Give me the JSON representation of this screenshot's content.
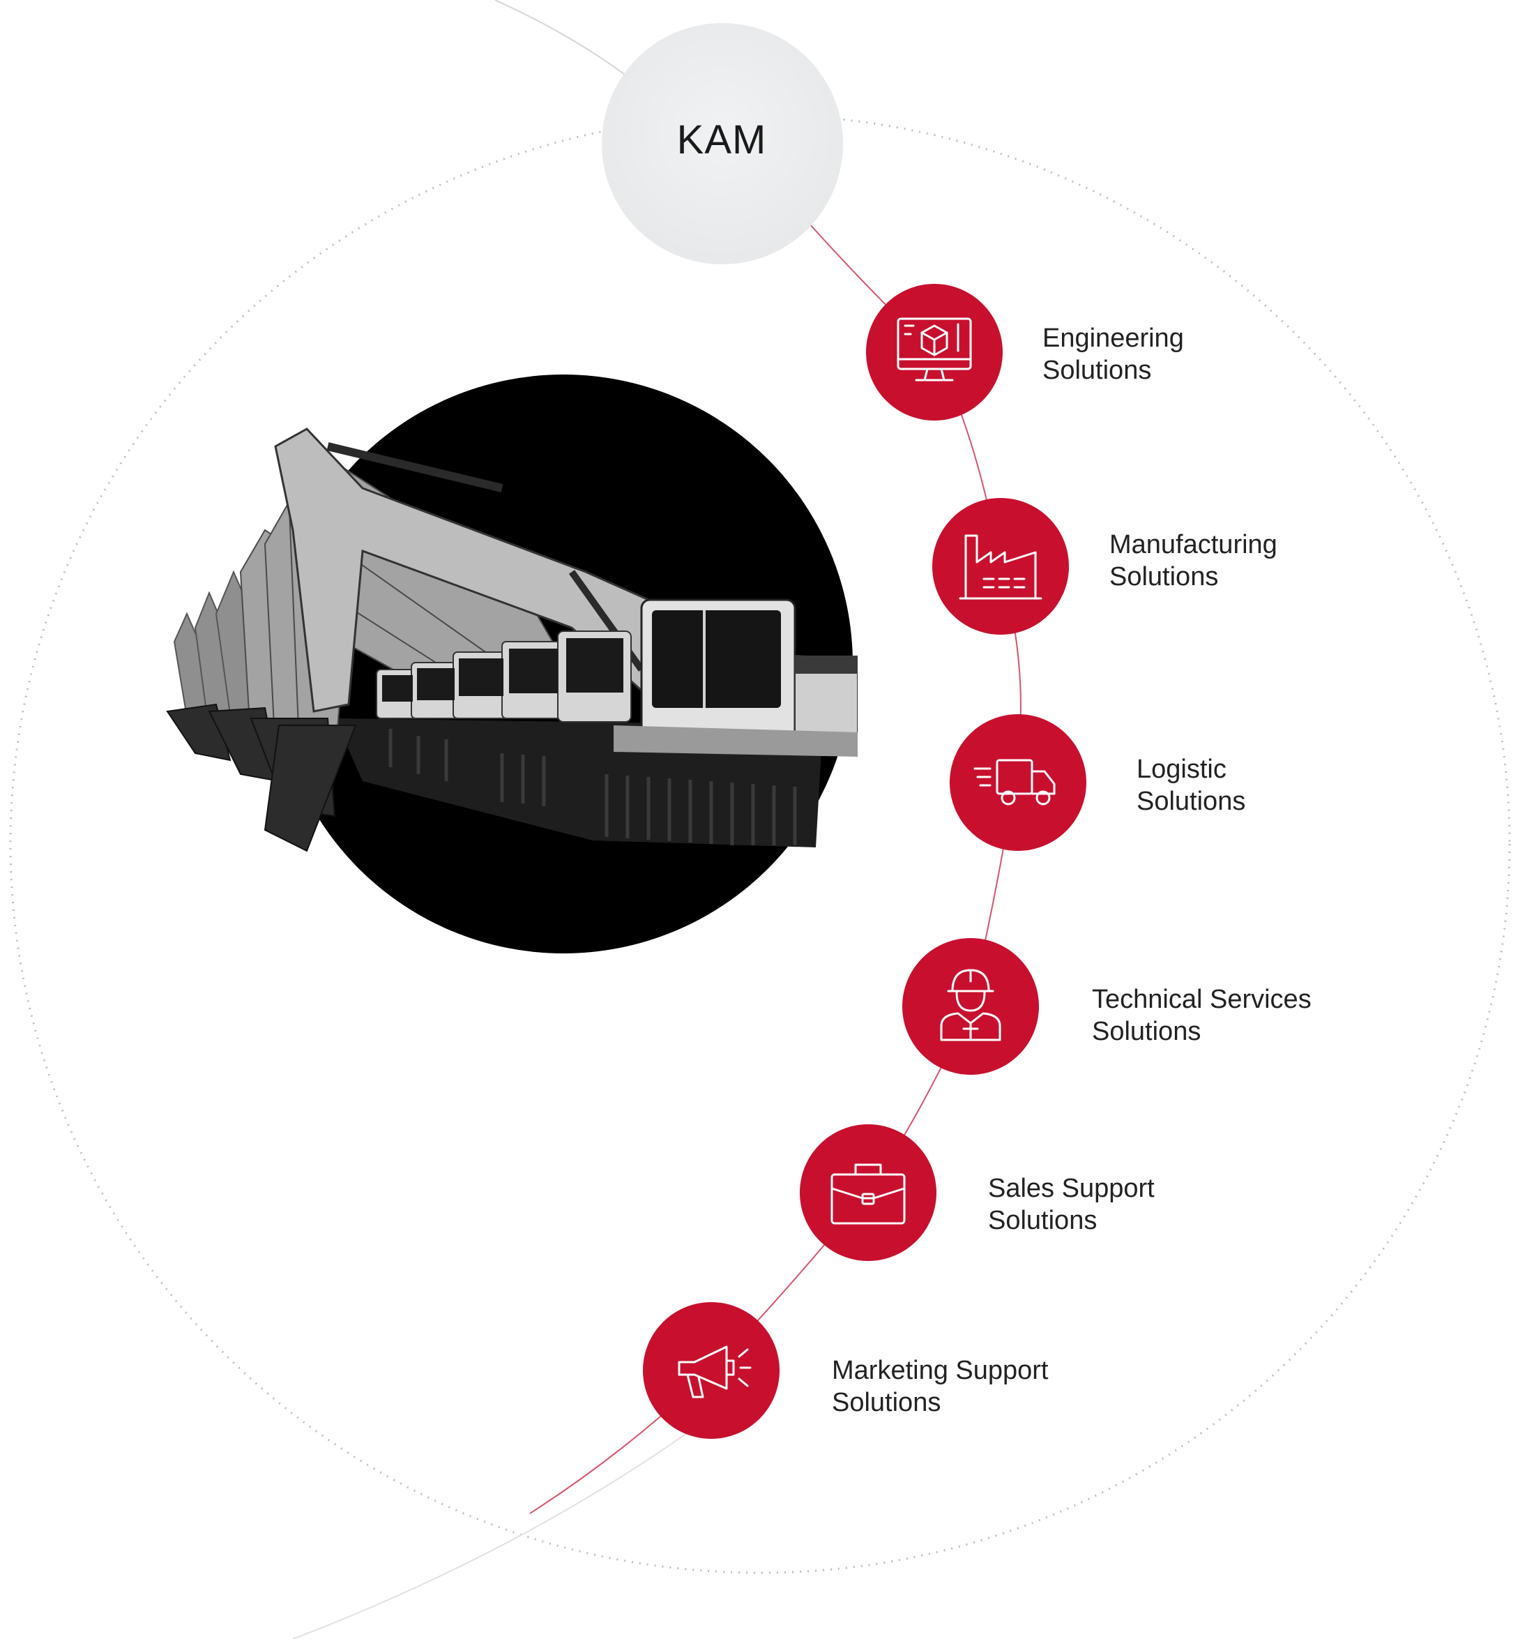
{
  "hub": {
    "label": "KAM"
  },
  "colors": {
    "accent": "#c8102e",
    "hub_fill": "#eceeef",
    "connector": "#d9536a",
    "orbit": "#c4c4c4"
  },
  "photo": {
    "subject": "row of excavators, black and white",
    "backdrop": "#000000"
  },
  "nodes": [
    {
      "icon": "engineering-monitor-icon",
      "line1": "Engineering",
      "line2": "Solutions"
    },
    {
      "icon": "factory-icon",
      "line1": "Manufacturing",
      "line2": "Solutions"
    },
    {
      "icon": "delivery-truck-icon",
      "line1": "Logistic",
      "line2": "Solutions"
    },
    {
      "icon": "worker-helmet-icon",
      "line1": "Technical Services",
      "line2": "Solutions"
    },
    {
      "icon": "briefcase-icon",
      "line1": "Sales Support",
      "line2": "Solutions"
    },
    {
      "icon": "megaphone-icon",
      "line1": "Marketing Support",
      "line2": "Solutions"
    }
  ]
}
